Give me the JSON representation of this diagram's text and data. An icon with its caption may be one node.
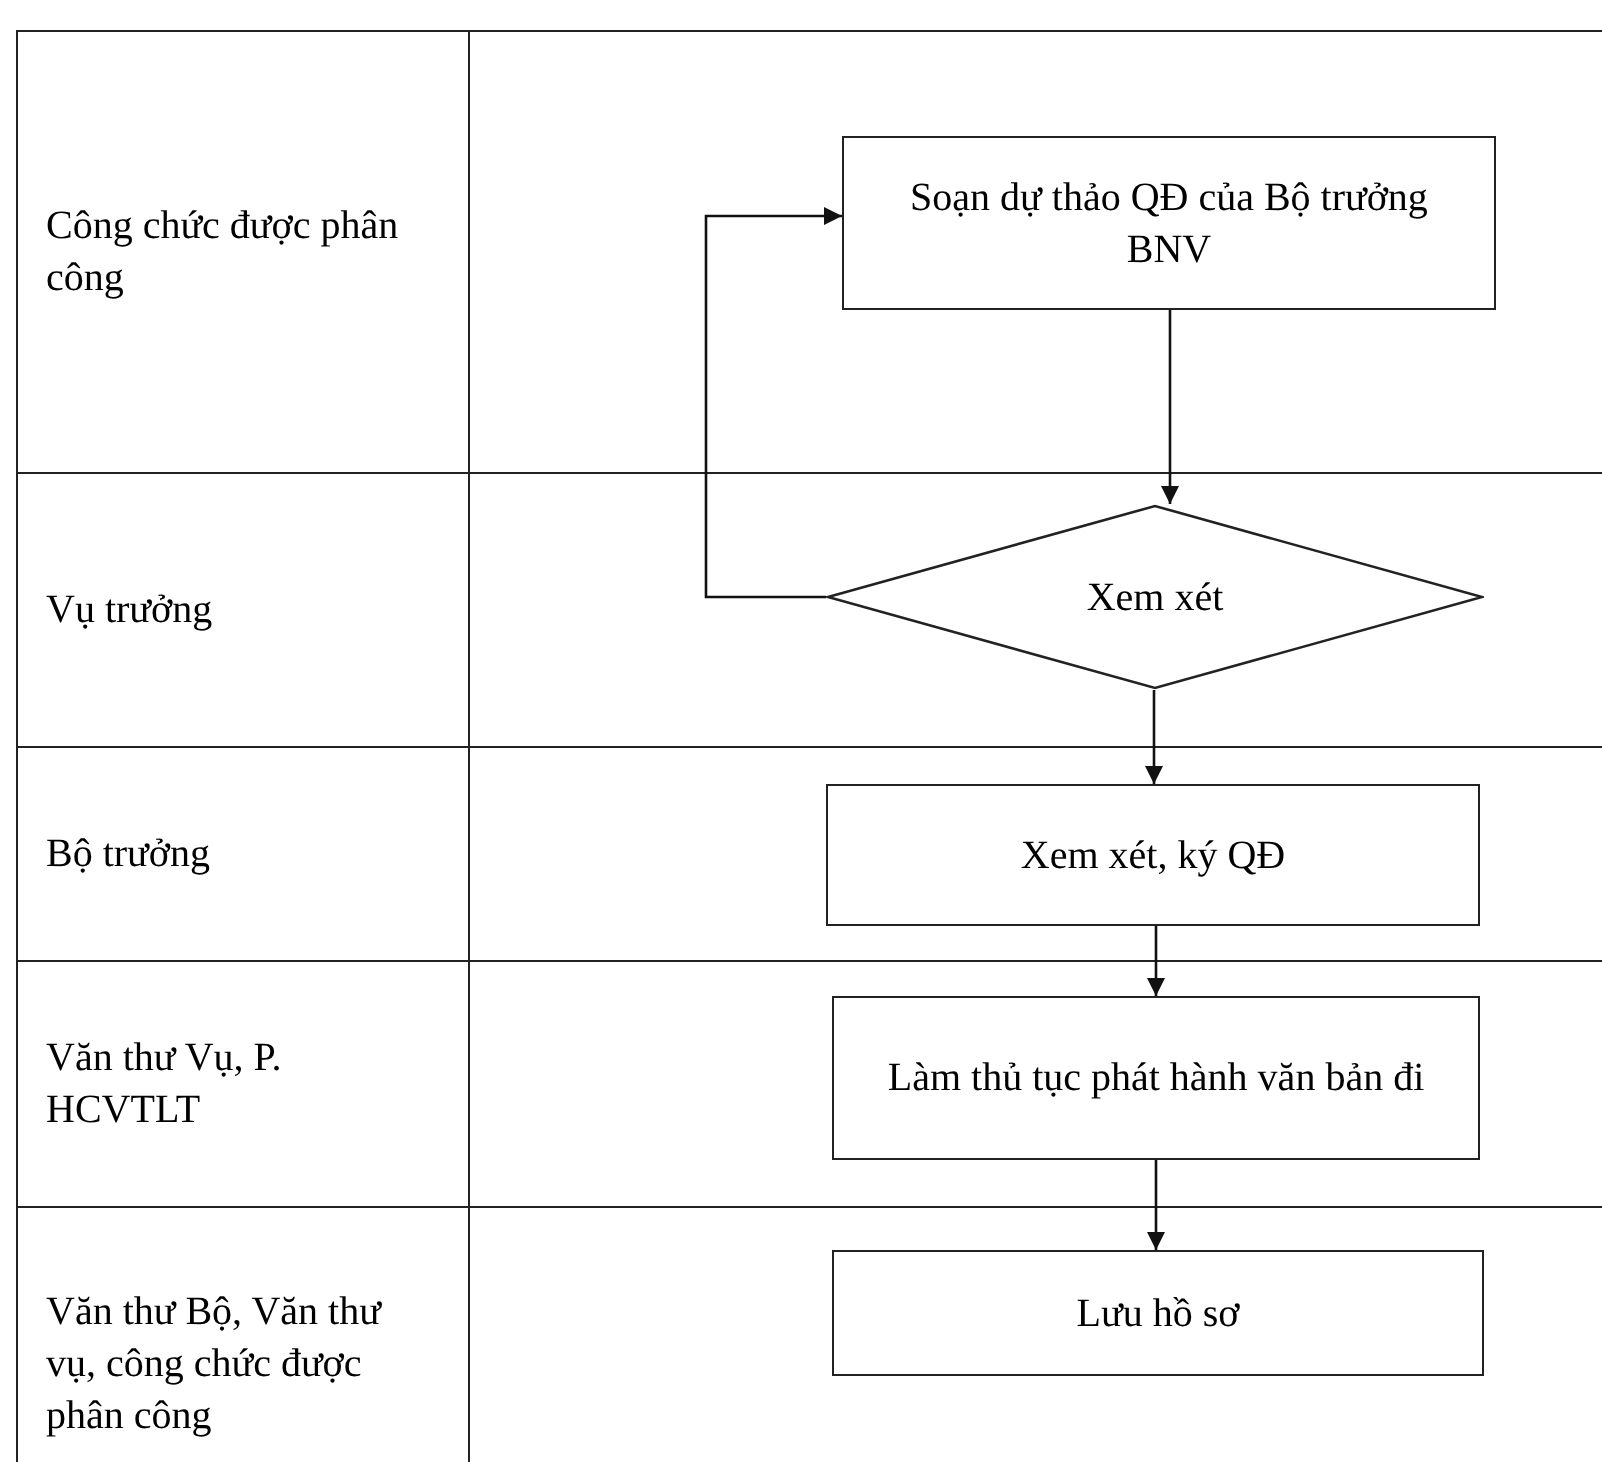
{
  "diagram": {
    "nodes": [
      {
        "text": [
          "Soạn dự thảo QĐ của Bộ trưởng BNV"
        ]
      },
      {
        "text": [
          "Xem xét"
        ]
      },
      {
        "text": [
          "Xem xét, ký QĐ"
        ]
      },
      {
        "text": [
          "Làm thủ tục phát hành văn bản đi"
        ]
      },
      {
        "text": [
          "Lưu hồ sơ"
        ]
      }
    ],
    "edges": [
      {
        "from": 0,
        "to": 1,
        "arrow": "to"
      },
      {
        "from": 1,
        "to": 0,
        "arrow": "to"
      },
      {
        "from": 1,
        "to": 2,
        "arrow": "to"
      },
      {
        "from": 2,
        "to": 3,
        "arrow": "to"
      },
      {
        "from": 3,
        "to": 4,
        "arrow": "to"
      }
    ],
    "labels": [
      "Công chức được phân công",
      "Vụ trưởng",
      "Bộ trưởng",
      "Văn thư Vụ, P. HCVTLT",
      "Văn thư Bộ, Văn thư vụ, công chức được phân công"
    ]
  }
}
